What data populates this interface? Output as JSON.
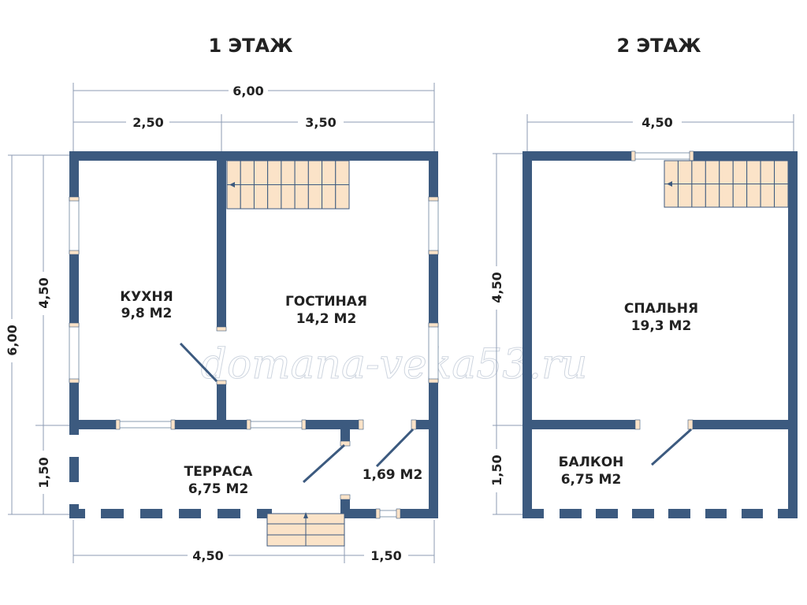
{
  "floor1": {
    "title": "1 ЭТАЖ",
    "rooms": [
      {
        "name": "КУХНЯ",
        "area": "9,8 М2"
      },
      {
        "name": "ГОСТИНАЯ",
        "area": "14,2 М2"
      },
      {
        "name": "ТЕРРАСА",
        "area": "6,75 М2"
      },
      {
        "name": "",
        "area": "1,69 М2"
      }
    ],
    "dims": {
      "total_width": "6,00",
      "left_width": "2,50",
      "right_width": "3,50",
      "total_height": "6,00",
      "main_height": "4,50",
      "terrace_height": "1,50",
      "bottom_left": "4,50",
      "bottom_right": "1,50"
    }
  },
  "floor2": {
    "title": "2 ЭТАЖ",
    "rooms": [
      {
        "name": "СПАЛЬНЯ",
        "area": "19,3 М2"
      },
      {
        "name": "БАЛКОН",
        "area": "6,75 М2"
      }
    ],
    "dims": {
      "width": "4,50",
      "main_height": "4,50",
      "balcony_height": "1,50"
    }
  },
  "watermark": "domana-veka53.ru",
  "colors": {
    "wall": "#3c5a7f",
    "stairs": "#fbe3c8"
  }
}
